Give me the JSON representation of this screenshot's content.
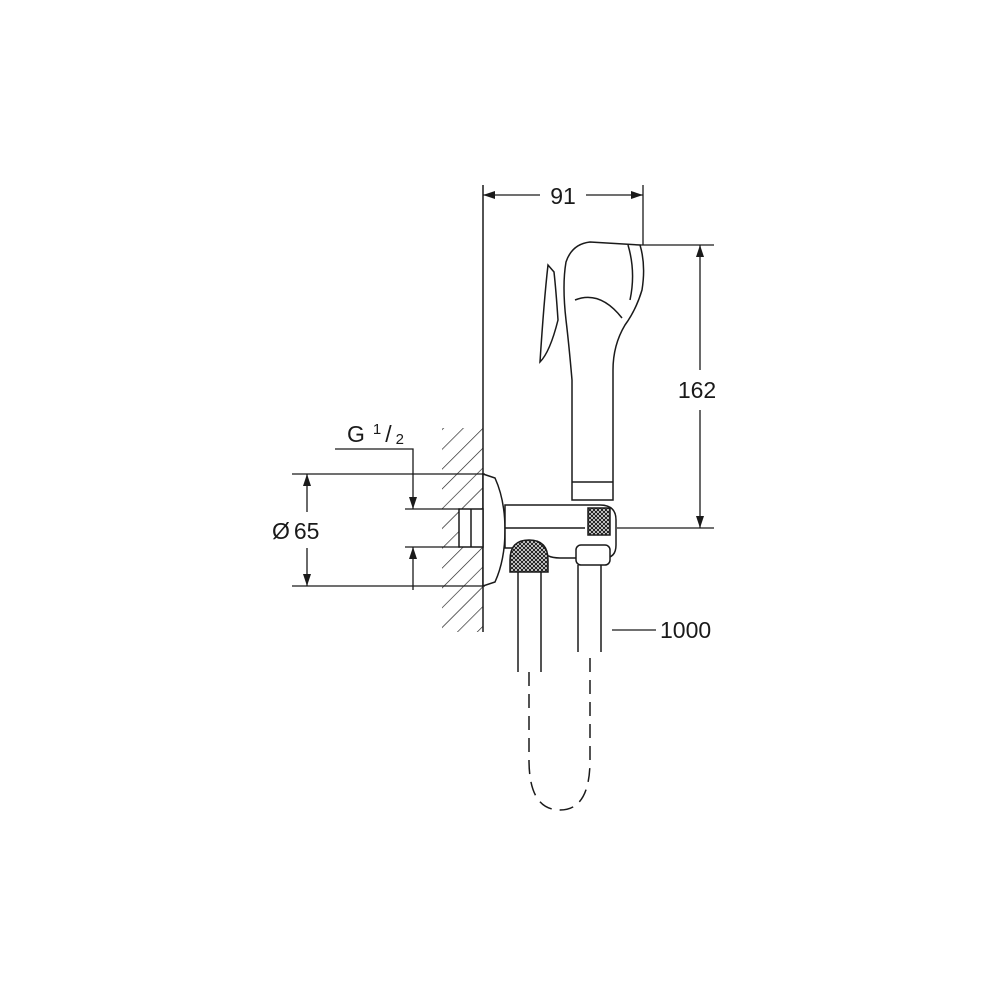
{
  "dimensions": {
    "width": "91",
    "height": "162",
    "diameter_symbol": "Ø",
    "diameter": "65",
    "thread_prefix": "G",
    "thread_num": "1",
    "thread_slash": "/",
    "thread_den": "2",
    "hose_length": "1000"
  },
  "colors": {
    "line": "#1a1a1a",
    "background": "#ffffff"
  }
}
